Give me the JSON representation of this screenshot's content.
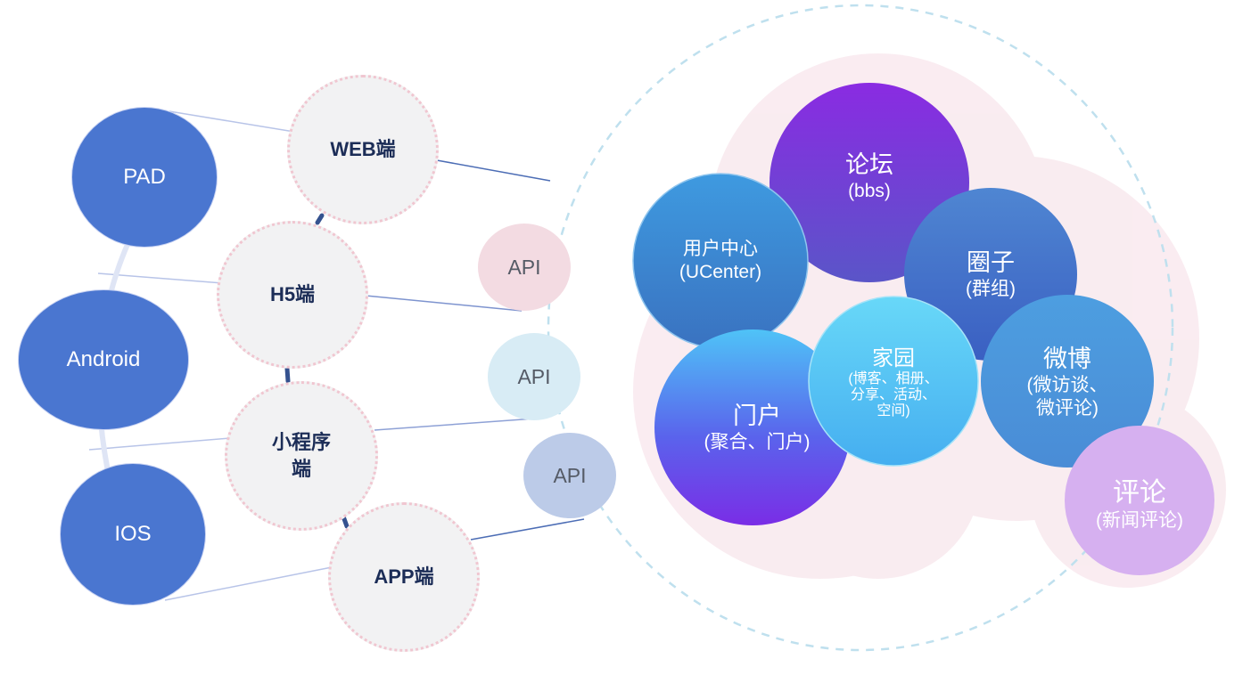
{
  "devices": {
    "pad": "PAD",
    "android": "Android",
    "ios": "IOS"
  },
  "clients": {
    "web": "WEB端",
    "h5": "H5端",
    "mini_line1": "小程序",
    "mini_line2": "端",
    "app": "APP端"
  },
  "apis": {
    "api1": "API",
    "api2": "API",
    "api3": "API"
  },
  "services": {
    "forum": {
      "title": "论坛",
      "sub": "(bbs)"
    },
    "ucenter": {
      "title": "用户中心",
      "sub": "(UCenter)"
    },
    "circle": {
      "title": "圈子",
      "sub": "(群组)"
    },
    "home": {
      "title": "家园",
      "sub1": "(博客、相册、",
      "sub2": "分享、活动、",
      "sub3": "空间)"
    },
    "portal": {
      "title": "门户",
      "sub": "(聚合、门户)"
    },
    "weibo": {
      "title": "微博",
      "sub1": "(微访谈、",
      "sub2": "微评论)"
    },
    "comment": {
      "title": "评论",
      "sub": "(新闻评论)"
    }
  },
  "colors": {
    "device": "#4a76d0",
    "client_fill": "#f2f2f3",
    "client_border": "#f0c6d0",
    "api1": "#f3dbe2",
    "api2": "#d8ecf5",
    "api3": "#bccbe8",
    "forum": "#7a35dc",
    "ucenter": "#3b8dd3",
    "circle": "#3c6fc8",
    "home": "#55c4f3",
    "portal": "#5b4fe8",
    "weibo": "#4a97da",
    "comment": "#d3aef0"
  }
}
